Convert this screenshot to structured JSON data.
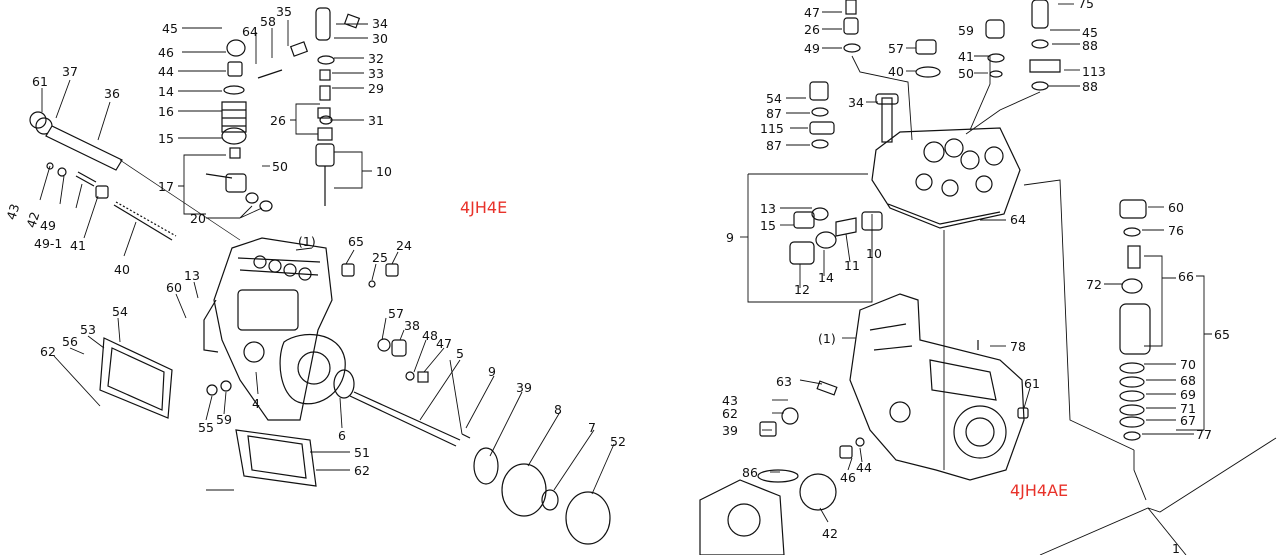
{
  "diagrams": [
    {
      "model_label": "4JH4E",
      "callouts": [
        "45",
        "46",
        "44",
        "14",
        "16",
        "15",
        "17",
        "20",
        "58",
        "64",
        "35",
        "34",
        "30",
        "32",
        "33",
        "29",
        "26",
        "31",
        "10",
        "50",
        "61",
        "37",
        "36",
        "43",
        "42",
        "49",
        "49-1",
        "41",
        "40",
        "(1)",
        "65",
        "24",
        "25",
        "13",
        "60",
        "57",
        "38",
        "48",
        "47",
        "54",
        "53",
        "56",
        "62",
        "55",
        "59",
        "4",
        "6",
        "5",
        "9",
        "39",
        "8",
        "7",
        "52",
        "51",
        "62"
      ]
    },
    {
      "model_label": "4JH4AE",
      "callouts": [
        "47",
        "26",
        "49",
        "57",
        "59",
        "40",
        "41",
        "50",
        "75",
        "45",
        "88",
        "113",
        "88",
        "54",
        "87",
        "115",
        "87",
        "34",
        "13",
        "15",
        "9",
        "12",
        "14",
        "11",
        "10",
        "64",
        "60",
        "76",
        "72",
        "66",
        "65",
        "(1)",
        "78",
        "63",
        "43",
        "62",
        "39",
        "61",
        "70",
        "68",
        "69",
        "71",
        "67",
        "77",
        "86",
        "46",
        "44",
        "42",
        "1"
      ]
    }
  ]
}
